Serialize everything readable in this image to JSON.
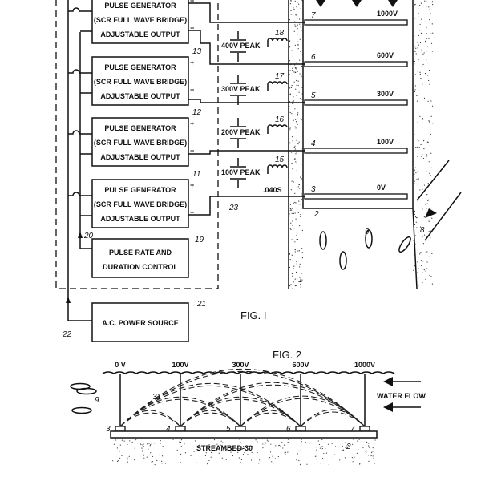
{
  "fig1": {
    "caption": "FIG. I",
    "generators": [
      {
        "line1": "PULSE GENERATOR",
        "line2": "(SCR FULL WAVE BRIDGE)",
        "line3": "ADJUSTABLE OUTPUT",
        "ref": ""
      },
      {
        "line1": "PULSE GENERATOR",
        "line2": "(SCR FULL WAVE BRIDGE)",
        "line3": "ADJUSTABLE OUTPUT",
        "ref": "13"
      },
      {
        "line1": "PULSE GENERATOR",
        "line2": "(SCR FULL WAVE BRIDGE)",
        "line3": "ADJUSTABLE OUTPUT",
        "ref": "12"
      },
      {
        "line1": "PULSE GENERATOR",
        "line2": "(SCR FULL WAVE BRIDGE)",
        "line3": "ADJUSTABLE OUTPUT",
        "ref": "11"
      }
    ],
    "plus": "+",
    "minus": "−",
    "control": {
      "line1": "PULSE RATE AND",
      "line2": "DURATION CONTROL",
      "ref": "19",
      "ref_arrow": "20"
    },
    "power": {
      "label": "A.C. POWER SOURCE",
      "ref": "21",
      "ref_line": "22"
    },
    "peaks": [
      {
        "label": "400V PEAK",
        "coil": "18"
      },
      {
        "label": "300V PEAK",
        "coil": "17"
      },
      {
        "label": "200V PEAK",
        "coil": "16"
      },
      {
        "label": "100V PEAK",
        "coil": "15"
      }
    ],
    "duration": ".040S",
    "bus_ref": "23",
    "electrodes": [
      {
        "num": "7",
        "voltage": "1000V"
      },
      {
        "num": "6",
        "voltage": "600V"
      },
      {
        "num": "5",
        "voltage": "300V"
      },
      {
        "num": "4",
        "voltage": "100V"
      },
      {
        "num": "3",
        "voltage": "0V"
      }
    ],
    "refs": {
      "array": "2",
      "fish": "9",
      "stream": "1",
      "diversion": "8"
    }
  },
  "fig2": {
    "caption": "FIG. 2",
    "voltages": [
      "0 V",
      "100V",
      "300V",
      "600V",
      "1000V"
    ],
    "electrode_refs": [
      "3",
      "4",
      "5",
      "6",
      "7"
    ],
    "water_flow": "WATER FLOW",
    "streambed": "STREAMBED-30",
    "field_ref": "31",
    "fish_ref": "9",
    "array_ref": "2"
  }
}
